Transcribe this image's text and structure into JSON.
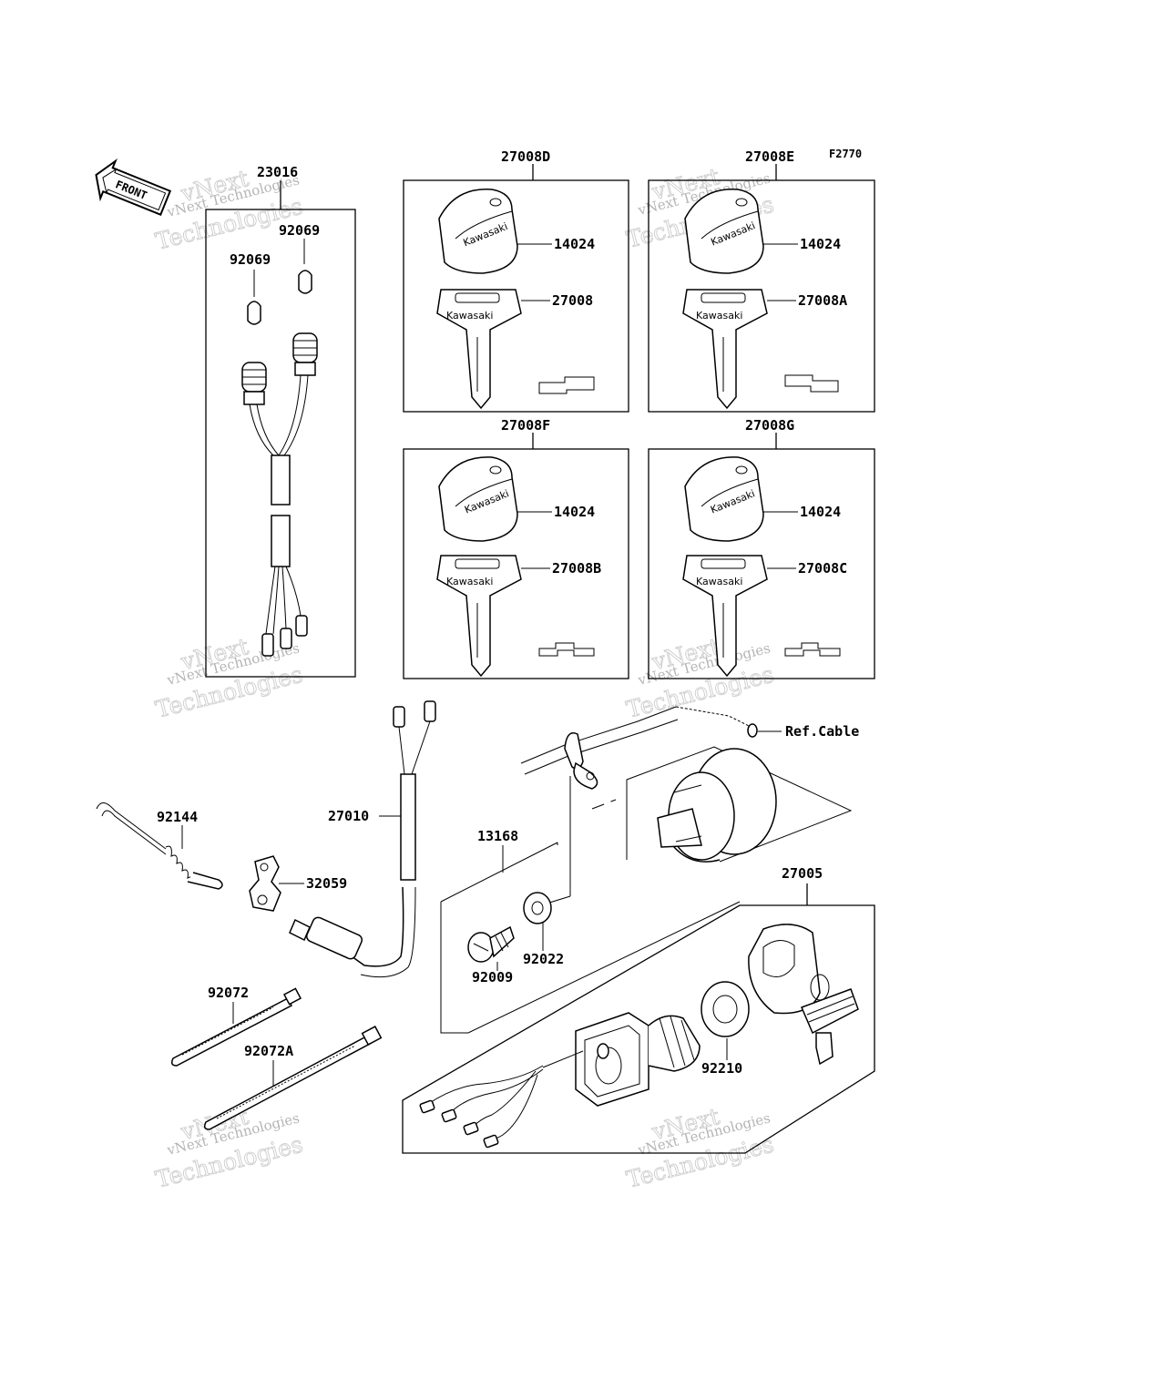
{
  "figure_code": "F2770",
  "front_label": "FRONT",
  "watermark": {
    "line1": "vNext Technologies",
    "line2": "vNext",
    "line3": "Technologies"
  },
  "key_brand": "Kawasaki",
  "parts": {
    "p23016": "23016",
    "p92069a": "92069",
    "p92069b": "92069",
    "p27008D": "27008D",
    "p27008E": "27008E",
    "p27008F": "27008F",
    "p27008G": "27008G",
    "p14024_1": "14024",
    "p14024_2": "14024",
    "p14024_3": "14024",
    "p14024_4": "14024",
    "p27008": "27008",
    "p27008A": "27008A",
    "p27008B": "27008B",
    "p27008C": "27008C",
    "refcable": "Ref.Cable",
    "p27010": "27010",
    "p92144": "92144",
    "p32059": "32059",
    "p13168": "13168",
    "p92022": "92022",
    "p92009": "92009",
    "p27005": "27005",
    "p92072": "92072",
    "p92072A": "92072A",
    "p92210": "92210"
  }
}
